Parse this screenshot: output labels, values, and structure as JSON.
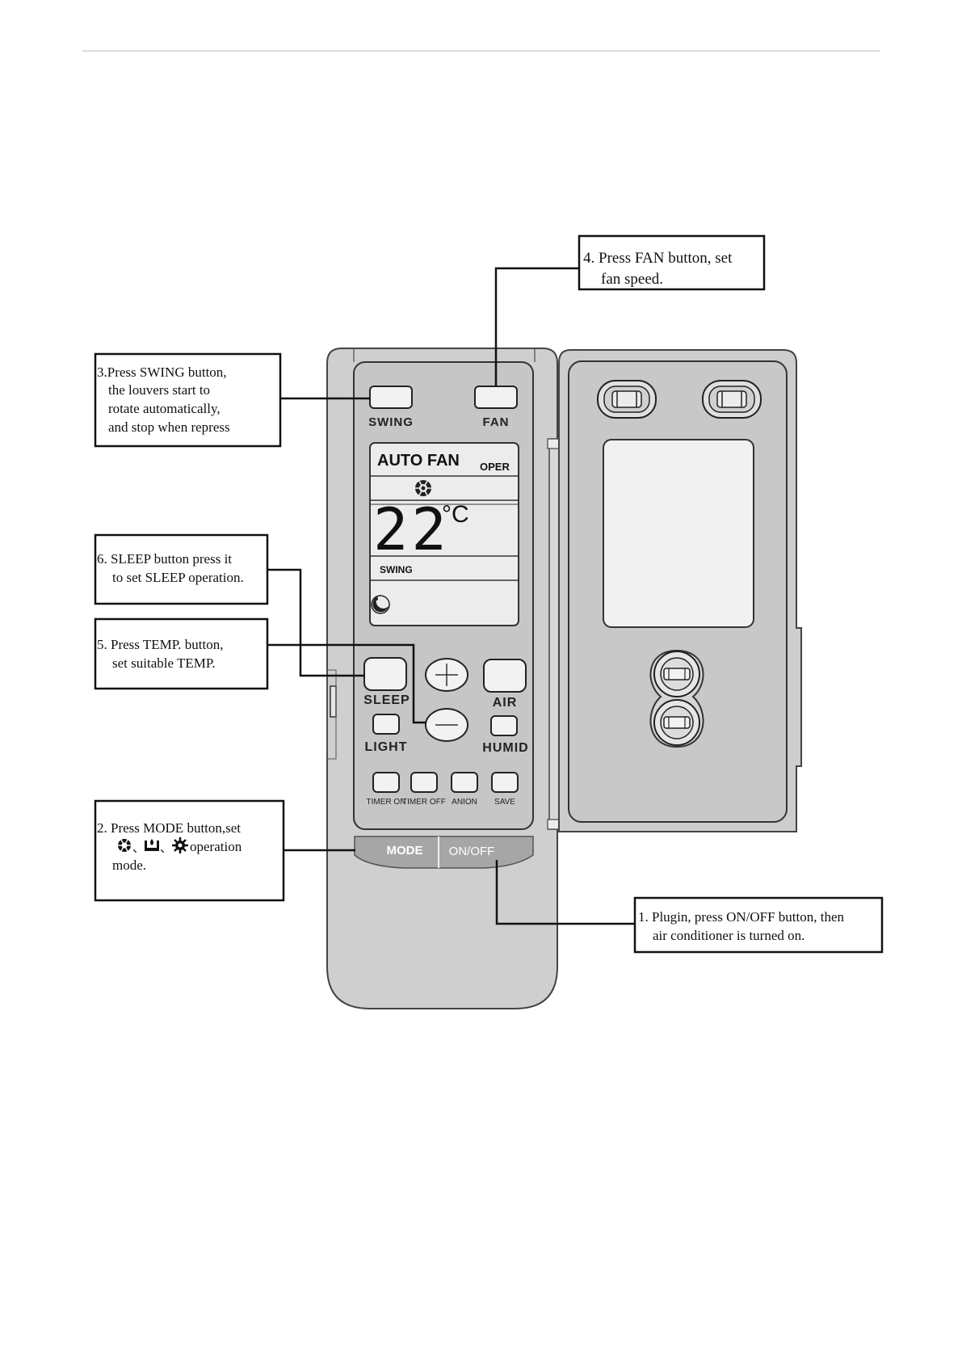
{
  "callouts": {
    "power": {
      "line1": "1. Plugin, press ON/OFF button, then",
      "line2": "air conditioner is turned on."
    },
    "mode": {
      "line1": "2. Press MODE button,set",
      "line2": "operation",
      "line3": "mode.",
      "separator": "、",
      "mode_icons": [
        "snowflake-icon",
        "drop-tray-icon",
        "sun-icon"
      ]
    },
    "swing": {
      "line1": "3.Press SWING button,",
      "line2": "the louvers start to",
      "line3": "rotate automatically,",
      "line4": "and stop when repress"
    },
    "fan": {
      "line1": "4. Press FAN button, set",
      "line2": "fan speed."
    },
    "temp": {
      "line1": "5. Press TEMP. button,",
      "line2": "set suitable TEMP."
    },
    "sleep": {
      "line1": "6. SLEEP button press it",
      "line2": "to set SLEEP operation."
    }
  },
  "remote": {
    "buttons": {
      "swing": "SWING",
      "fan": "FAN",
      "sleep": "SLEEP",
      "air": "AIR",
      "light": "LIGHT",
      "humid": "HUMID",
      "timer_on": "TIMER ON",
      "timer_off": "TIMER OFF",
      "anion": "ANION",
      "save": "SAVE",
      "mode": "MODE",
      "onoff": "ON/OFF"
    },
    "display": {
      "auto_fan": "AUTO FAN",
      "oper": "OPER",
      "temperature": "22",
      "unit": "°C",
      "swing": "SWING"
    }
  },
  "colors": {
    "body": "#cfcfcf",
    "panel": "#c9c9c9",
    "display": "#ececec",
    "button": "#f2f2f2",
    "mode_bar": "#a6a6a6",
    "outline": "#222222"
  }
}
